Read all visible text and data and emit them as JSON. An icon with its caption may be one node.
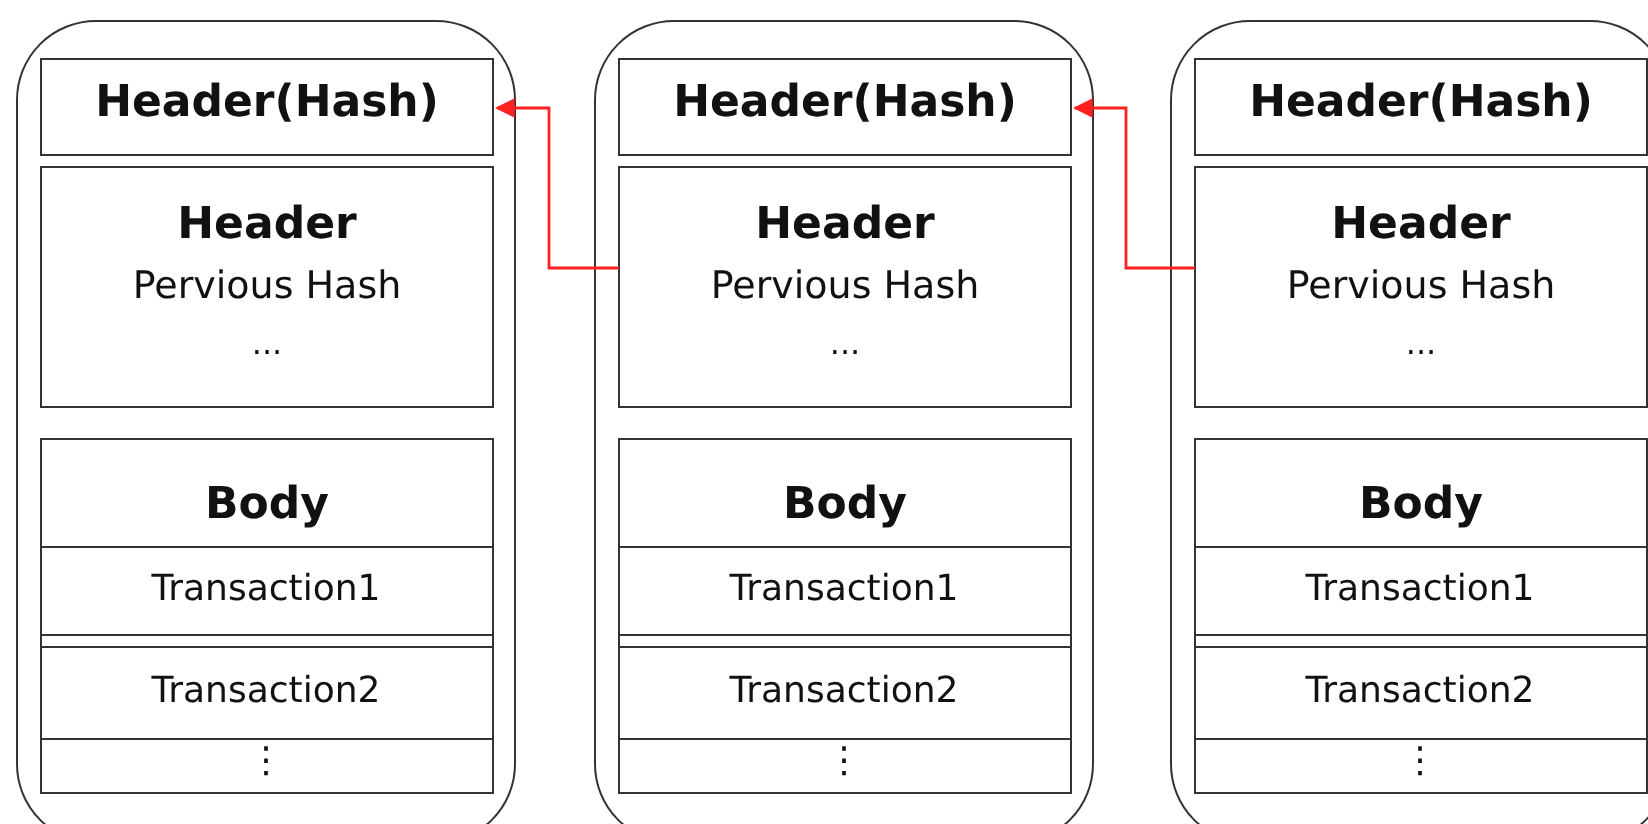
{
  "diagram": {
    "nodes": [
      {
        "text": [],
        "shape": "box"
      },
      {
        "text": [
          "Header(Hash)"
        ],
        "in": 0
      },
      {
        "text": [
          "Header",
          "Pervious Hash",
          "..."
        ],
        "in": 0
      },
      {
        "text": [
          "Body"
        ],
        "in": 0
      },
      {
        "text": [
          "Transaction1"
        ],
        "in": 3
      },
      {
        "text": [
          "Transaction2"
        ],
        "in": 3
      },
      {
        "text": [
          "⋮"
        ],
        "in": 3
      },
      {
        "text": [],
        "shape": "box"
      },
      {
        "text": [
          "Header(Hash)"
        ],
        "in": 7
      },
      {
        "text": [
          "Header",
          "Pervious Hash",
          "..."
        ],
        "in": 7
      },
      {
        "text": [
          "Body"
        ],
        "in": 7
      },
      {
        "text": [
          "Transaction1"
        ],
        "in": 10
      },
      {
        "text": [
          "Transaction2"
        ],
        "in": 10
      },
      {
        "text": [
          "⋮"
        ],
        "in": 10
      },
      {
        "text": [],
        "shape": "box"
      },
      {
        "text": [
          "Header(Hash)"
        ],
        "in": 14
      },
      {
        "text": [
          "Header",
          "Pervious Hash",
          "..."
        ],
        "in": 14
      },
      {
        "text": [
          "Body"
        ],
        "in": 14
      },
      {
        "text": [
          "Transaction1"
        ],
        "in": 17
      },
      {
        "text": [
          "Transaction2"
        ],
        "in": 17
      },
      {
        "text": [
          "⋮"
        ],
        "in": 17
      }
    ],
    "edges": [
      {
        "from": 9,
        "to": 1,
        "arrow": "to"
      },
      {
        "from": 16,
        "to": 8,
        "arrow": "to"
      }
    ]
  }
}
